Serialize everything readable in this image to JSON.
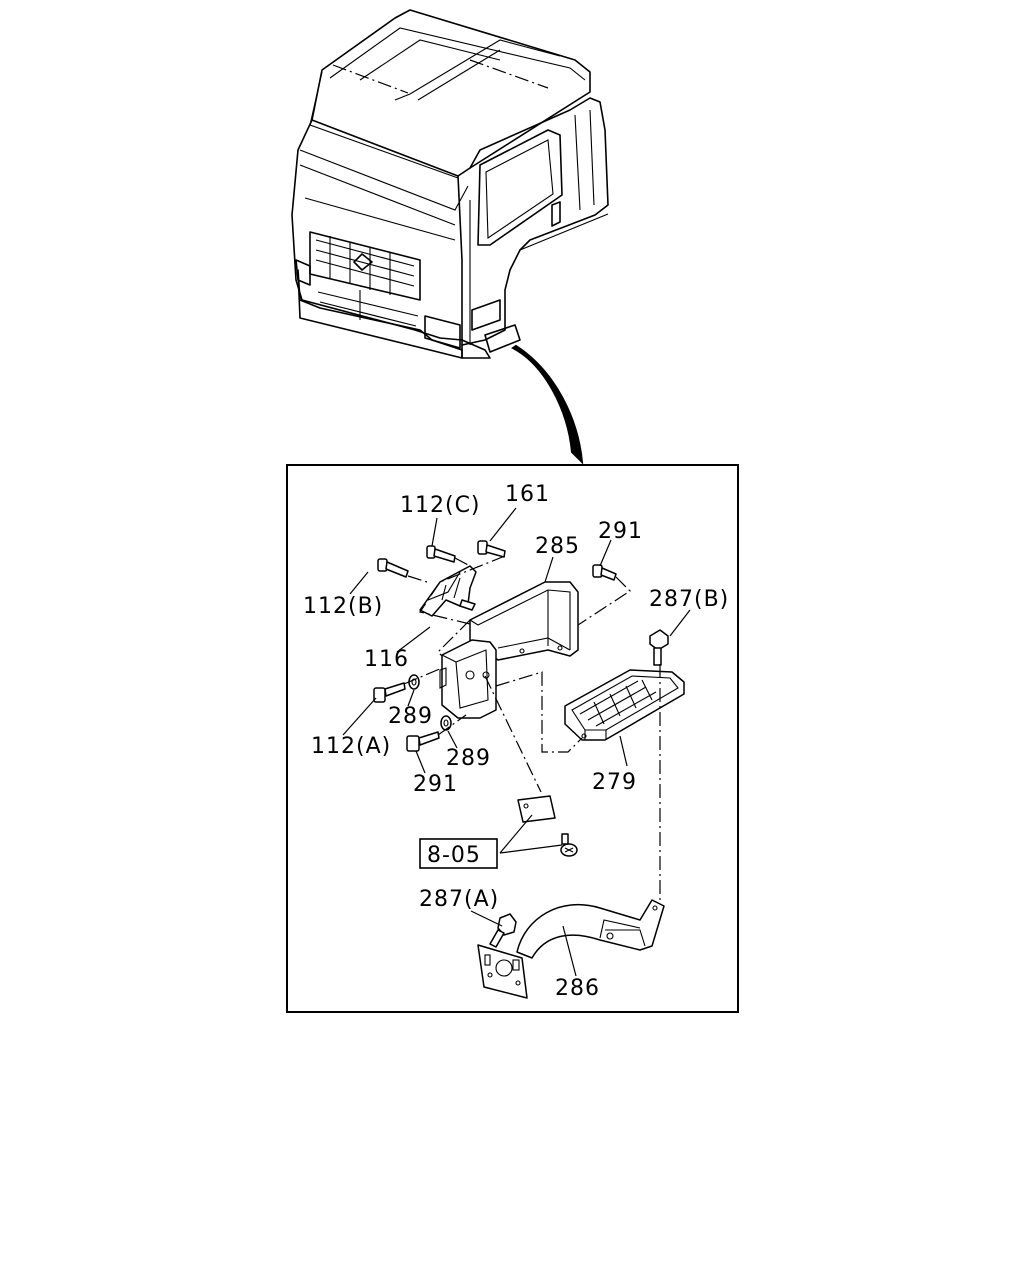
{
  "labels": {
    "p112c": "112(C)",
    "p161": "161",
    "p285": "285",
    "p291_top": "291",
    "p112b": "112(B)",
    "p287b": "287(B)",
    "p116": "116",
    "p289_top": "289",
    "p112a": "112(A)",
    "p289_bottom": "289",
    "p291_bottom": "291",
    "p279": "279",
    "ref_805": "8-05",
    "p287a": "287(A)",
    "p286": "286"
  }
}
